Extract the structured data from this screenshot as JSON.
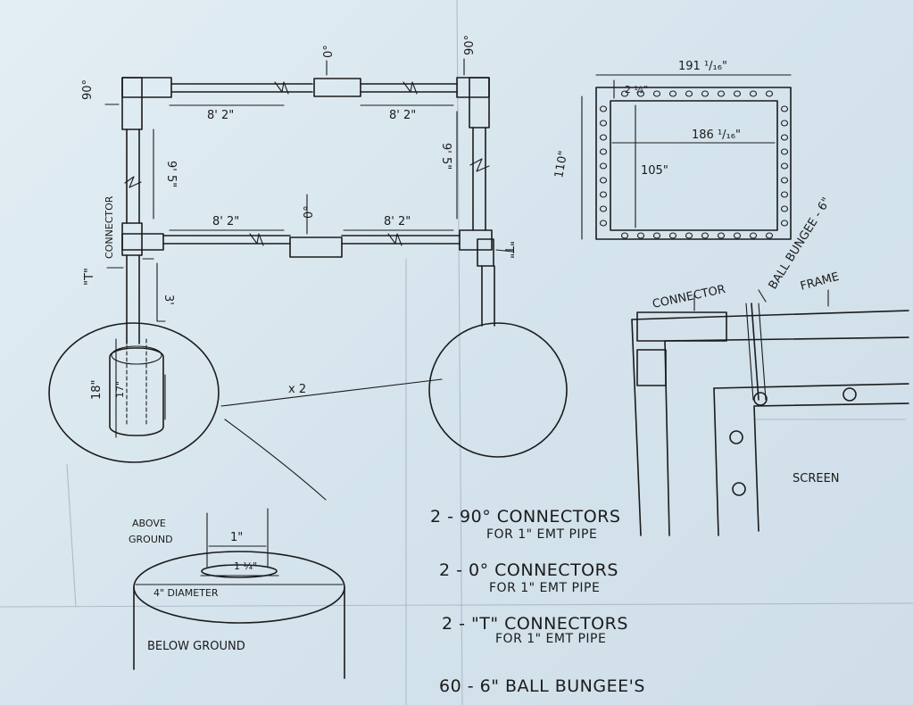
{
  "labels": {
    "elbow_top_left": "90°",
    "elbow_top_right": "90°",
    "straight_top": "0°",
    "straight_bottom": "0°",
    "span_top_left": "8' 2\"",
    "span_top_right": "8' 2\"",
    "span_bottom_left": "8' 2\"",
    "span_bottom_right": "8' 2\"",
    "height_left": "9' 5\"",
    "height_right": "9' 5\"",
    "tee_left": "\"T\"",
    "connector_left": "CONNECTOR",
    "tee_right": "\"T\"",
    "post_rise": "3'",
    "sleeve_depth": "18\"",
    "sleeve_inner": "17\"",
    "multiplier": "x 2",
    "screen_overall_width": "191 ¹/₁₆\"",
    "screen_inset": "2 ½\"",
    "screen_inner_width": "186 ¹/₁₆\"",
    "screen_overall_height": "110\"",
    "screen_inner_height": "105\"",
    "detail_connector": "CONNECTOR",
    "detail_bungee": "BALL BUNGEE - 6\"",
    "detail_frame": "FRAME",
    "detail_screen": "SCREEN",
    "above_ground": [
      "ABOVE",
      "GROUND"
    ],
    "pipe_size": "1\"",
    "hole_size": "1 ¼\"",
    "diameter": "4\" DIAMETER",
    "below_ground": "BELOW GROUND"
  },
  "parts_list": [
    {
      "line": "2 - 90° CONNECTORS",
      "sub": "FOR 1\" EMT PIPE"
    },
    {
      "line": "2 - 0° CONNECTORS",
      "sub": "FOR 1\" EMT PIPE"
    },
    {
      "line": "2 - \"T\" CONNECTORS",
      "sub": "FOR 1\" EMT PIPE"
    },
    {
      "line": "60 - 6\" BALL BUNGEE'S",
      "sub": ""
    }
  ],
  "colors": {
    "paper": "#dce8ef",
    "ink": "#1b1b1b"
  }
}
